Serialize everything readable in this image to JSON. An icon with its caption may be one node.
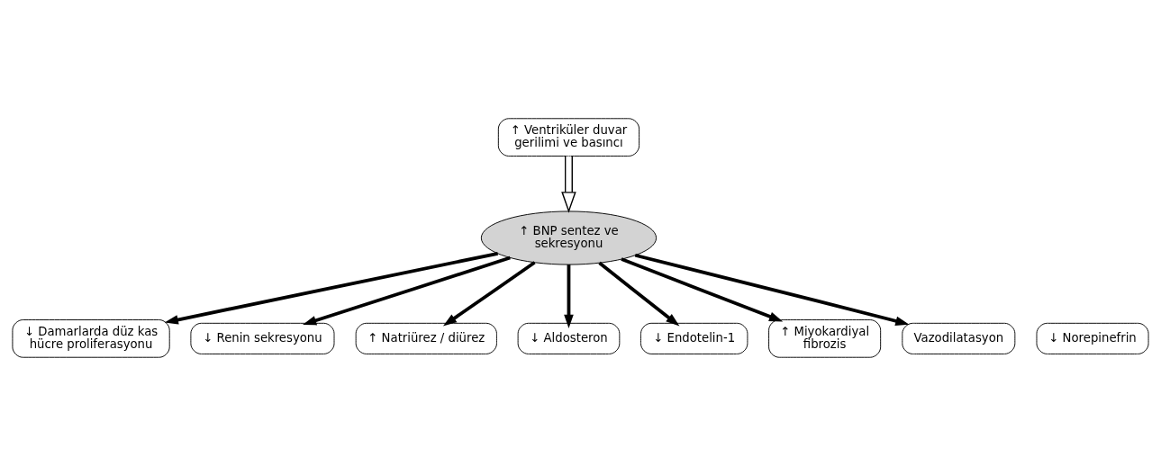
{
  "diagram": {
    "nodes": [
      {
        "text": [
          "↑ Ventriküler duvar gerilimi ve basıncı"
        ]
      },
      {
        "text": [
          "↓ Damarlarda düz kas hücre proliferasyonu"
        ]
      },
      {
        "text": [
          "↑ BNP sentez ve sekresyonu"
        ]
      },
      {
        "text": [
          "↓ Renin sekresyonu"
        ]
      },
      {
        "text": [
          "↑ Natriürez / diürez"
        ]
      },
      {
        "text": [
          "↓ Aldosteron"
        ]
      },
      {
        "text": [
          "↓ Endotelin-1"
        ]
      },
      {
        "text": [
          "↑ Miyokardiyal fibrozis"
        ]
      },
      {
        "text": [
          "Vazodilatasyon"
        ]
      },
      {
        "text": [
          "↓ Norepinefrin"
        ]
      }
    ],
    "edges": [
      {
        "from": 0,
        "to": 2,
        "arrow": "to"
      },
      {
        "from": 2,
        "to": 1,
        "arrow": "to"
      },
      {
        "from": 2,
        "to": 4,
        "arrow": "to"
      },
      {
        "from": 2,
        "to": 7,
        "arrow": "to"
      },
      {
        "from": 2,
        "to": 8,
        "arrow": "to"
      },
      {
        "from": 2,
        "to": 3,
        "arrow": "to"
      },
      {
        "from": 2,
        "to": 5,
        "arrow": "to"
      },
      {
        "from": 2,
        "to": 6,
        "arrow": "to"
      }
    ]
  }
}
